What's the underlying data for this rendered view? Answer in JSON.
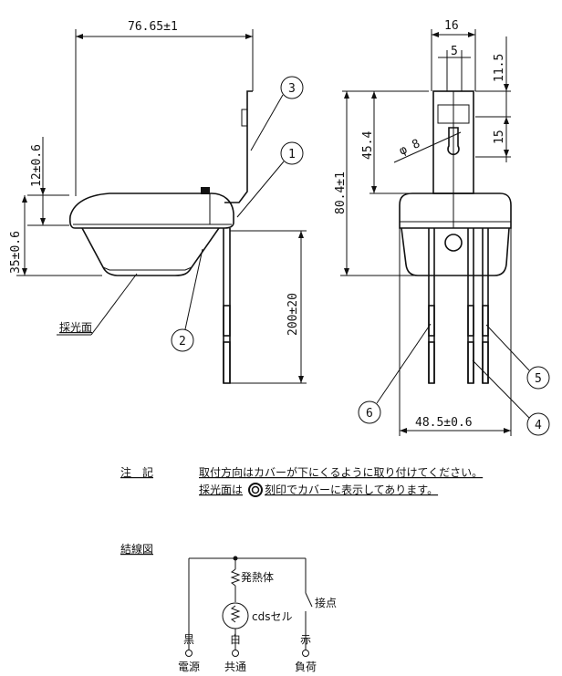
{
  "dims": {
    "width_top": "76.65±1",
    "height_12": "12±0.6",
    "height_35": "35±0.6",
    "lead_200": "200±20",
    "w16": "16",
    "w5": "5",
    "h11_5": "11.5",
    "h15": "15",
    "h45_4": "45.4",
    "h80_4": "80.4±1",
    "phi8": "φ 8",
    "w48_5": "48.5±0.6"
  },
  "callouts": [
    "1",
    "2",
    "3",
    "4",
    "5",
    "6"
  ],
  "label_saikoumen": "採光面",
  "notes": {
    "heading": "注　記",
    "line1": "取付方向はカバーが下にくるように取り付けてください。",
    "line2_a": "採光面は",
    "line2_b": "刻印でカバーに表示してあります。"
  },
  "wiring": {
    "heading": "結線図",
    "heater": "発熱体",
    "cds": "cdsセル",
    "contact": "接点",
    "black": "黒",
    "white": "白",
    "red": "赤",
    "power": "電源",
    "common": "共通",
    "load": "負荷"
  }
}
